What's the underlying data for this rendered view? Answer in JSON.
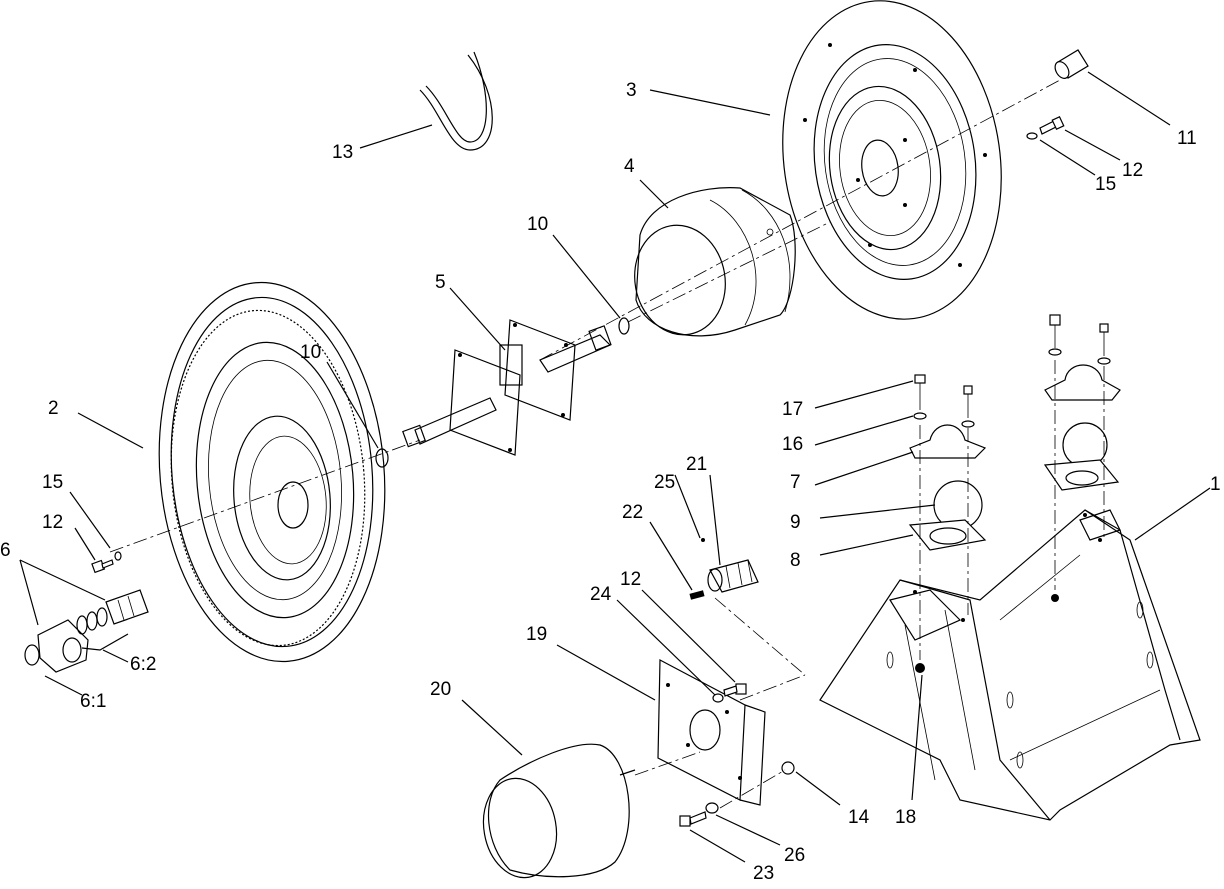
{
  "callouts": {
    "c1": "1",
    "c2": "2",
    "c3": "3",
    "c4": "4",
    "c5": "5",
    "c6": "6",
    "c6_1": "6:1",
    "c6_2": "6:2",
    "c7": "7",
    "c8": "8",
    "c9": "9",
    "c10a": "10",
    "c10b": "10",
    "c11": "11",
    "c12a": "12",
    "c12b": "12",
    "c12c": "12",
    "c13": "13",
    "c14": "14",
    "c15a": "15",
    "c15b": "15",
    "c16": "16",
    "c17": "17",
    "c18": "18",
    "c19": "19",
    "c20": "20",
    "c21": "21",
    "c22": "22",
    "c23": "23",
    "c24": "24",
    "c25": "25",
    "c26": "26"
  }
}
